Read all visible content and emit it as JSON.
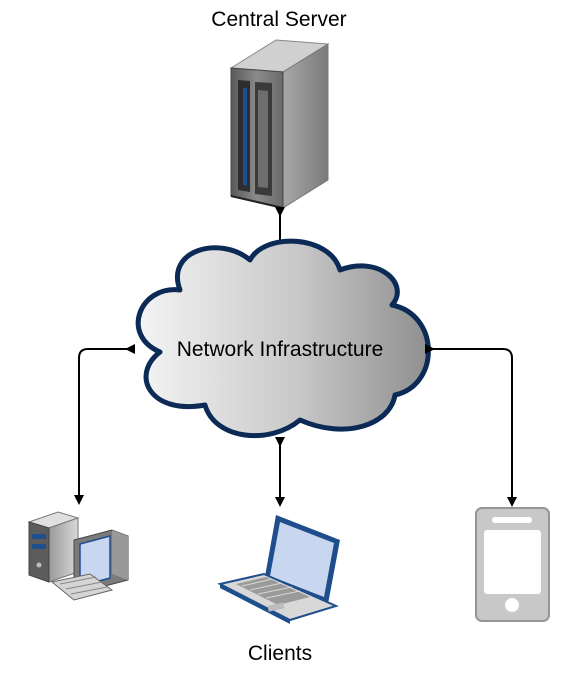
{
  "diagram": {
    "server_label": "Central Server",
    "cloud_label": "Network Infrastructure",
    "clients_label": "Clients"
  },
  "icons": {
    "server": "server-rack-icon",
    "cloud": "cloud-icon",
    "desktop": "desktop-computer-icon",
    "laptop": "laptop-icon",
    "phone": "mobile-phone-icon"
  },
  "colors": {
    "cloud_outline": "#0b2a55",
    "cloud_fill_light": "#f2f2f2",
    "cloud_fill_dark": "#9a9a9a",
    "arrow": "#000000",
    "accent_blue": "#1f4e8c",
    "screen_blue": "#c9d6f0"
  }
}
